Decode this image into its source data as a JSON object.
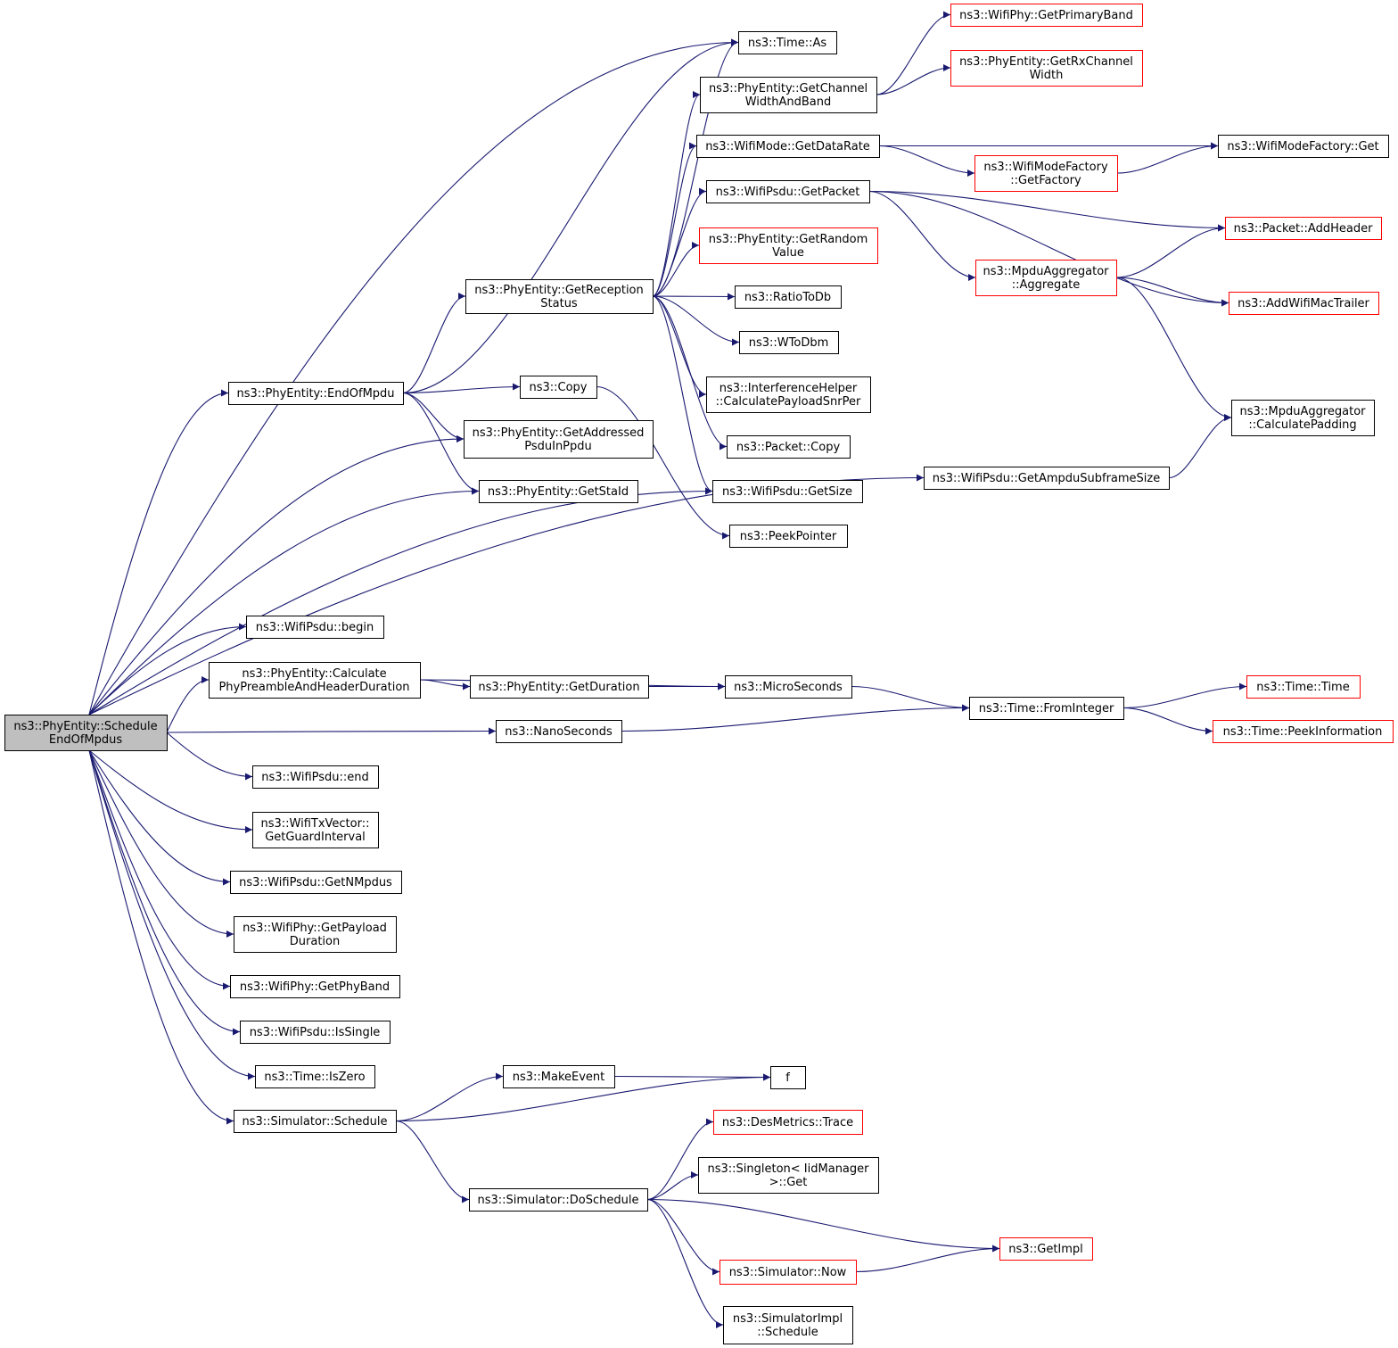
{
  "nodes": [
    {
      "id": "root",
      "lines": [
        "ns3::PhyEntity::Schedule",
        "EndOfMpdus"
      ],
      "style": "root"
    },
    {
      "id": "eom",
      "lines": [
        "ns3::PhyEntity::EndOfMpdu"
      ]
    },
    {
      "id": "timeAs",
      "lines": [
        "ns3::Time::As"
      ]
    },
    {
      "id": "grs",
      "lines": [
        "ns3::PhyEntity::GetReception",
        "Status"
      ]
    },
    {
      "id": "copy",
      "lines": [
        "ns3::Copy"
      ]
    },
    {
      "id": "gapip",
      "lines": [
        "ns3::PhyEntity::GetAddressed",
        "PsduInPpdu"
      ]
    },
    {
      "id": "gsid",
      "lines": [
        "ns3::PhyEntity::GetStaId"
      ]
    },
    {
      "id": "gpb",
      "lines": [
        "ns3::WifiPhy::GetPrimaryBand"
      ],
      "style": "red"
    },
    {
      "id": "gcwab",
      "lines": [
        "ns3::PhyEntity::GetChannel",
        "WidthAndBand"
      ]
    },
    {
      "id": "grxcw",
      "lines": [
        "ns3::PhyEntity::GetRxChannel",
        "Width"
      ],
      "style": "red"
    },
    {
      "id": "gdr",
      "lines": [
        "ns3::WifiMode::GetDataRate"
      ]
    },
    {
      "id": "wmfget",
      "lines": [
        "ns3::WifiModeFactory::Get"
      ]
    },
    {
      "id": "wmfgf",
      "lines": [
        "ns3::WifiModeFactory",
        "::GetFactory"
      ],
      "style": "red"
    },
    {
      "id": "gpkt",
      "lines": [
        "ns3::WifiPsdu::GetPacket"
      ]
    },
    {
      "id": "addhdr",
      "lines": [
        "ns3::Packet::AddHeader"
      ],
      "style": "red"
    },
    {
      "id": "grv",
      "lines": [
        "ns3::PhyEntity::GetRandom",
        "Value"
      ],
      "style": "red"
    },
    {
      "id": "agg",
      "lines": [
        "ns3::MpduAggregator",
        "::Aggregate"
      ],
      "style": "red"
    },
    {
      "id": "r2db",
      "lines": [
        "ns3::RatioToDb"
      ]
    },
    {
      "id": "awmt",
      "lines": [
        "ns3::AddWifiMacTrailer"
      ],
      "style": "red"
    },
    {
      "id": "w2dbm",
      "lines": [
        "ns3::WToDbm"
      ]
    },
    {
      "id": "ihcps",
      "lines": [
        "ns3::InterferenceHelper",
        "::CalculatePayloadSnrPer"
      ]
    },
    {
      "id": "macp",
      "lines": [
        "ns3::MpduAggregator",
        "::CalculatePadding"
      ]
    },
    {
      "id": "pktcopy",
      "lines": [
        "ns3::Packet::Copy"
      ]
    },
    {
      "id": "gsz",
      "lines": [
        "ns3::WifiPsdu::GetSize"
      ]
    },
    {
      "id": "gass",
      "lines": [
        "ns3::WifiPsdu::GetAmpduSubframeSize"
      ]
    },
    {
      "id": "peek",
      "lines": [
        "ns3::PeekPointer"
      ]
    },
    {
      "id": "begin",
      "lines": [
        "ns3::WifiPsdu::begin"
      ]
    },
    {
      "id": "cppahd",
      "lines": [
        "ns3::PhyEntity::Calculate",
        "PhyPreambleAndHeaderDuration"
      ]
    },
    {
      "id": "gdur",
      "lines": [
        "ns3::PhyEntity::GetDuration"
      ]
    },
    {
      "id": "micro",
      "lines": [
        "ns3::MicroSeconds"
      ]
    },
    {
      "id": "ttime",
      "lines": [
        "ns3::Time::Time"
      ],
      "style": "red"
    },
    {
      "id": "fromint",
      "lines": [
        "ns3::Time::FromInteger"
      ]
    },
    {
      "id": "nano",
      "lines": [
        "ns3::NanoSeconds"
      ]
    },
    {
      "id": "peekinfo",
      "lines": [
        "ns3::Time::PeekInformation"
      ],
      "style": "red"
    },
    {
      "id": "end",
      "lines": [
        "ns3::WifiPsdu::end"
      ]
    },
    {
      "id": "ggi",
      "lines": [
        "ns3::WifiTxVector::",
        "GetGuardInterval"
      ]
    },
    {
      "id": "gnm",
      "lines": [
        "ns3::WifiPsdu::GetNMpdus"
      ]
    },
    {
      "id": "gpd",
      "lines": [
        "ns3::WifiPhy::GetPayload",
        "Duration"
      ]
    },
    {
      "id": "gphyb",
      "lines": [
        "ns3::WifiPhy::GetPhyBand"
      ]
    },
    {
      "id": "issingle",
      "lines": [
        "ns3::WifiPsdu::IsSingle"
      ]
    },
    {
      "id": "iszero",
      "lines": [
        "ns3::Time::IsZero"
      ]
    },
    {
      "id": "mkev",
      "lines": [
        "ns3::MakeEvent"
      ]
    },
    {
      "id": "f",
      "lines": [
        "f"
      ]
    },
    {
      "id": "simsch",
      "lines": [
        "ns3::Simulator::Schedule"
      ]
    },
    {
      "id": "trace",
      "lines": [
        "ns3::DesMetrics::Trace"
      ],
      "style": "red"
    },
    {
      "id": "singget",
      "lines": [
        "ns3::Singleton< IidManager",
        " >::Get"
      ]
    },
    {
      "id": "dosch",
      "lines": [
        "ns3::Simulator::DoSchedule"
      ]
    },
    {
      "id": "getimpl",
      "lines": [
        "ns3::GetImpl"
      ],
      "style": "red"
    },
    {
      "id": "now",
      "lines": [
        "ns3::Simulator::Now"
      ],
      "style": "red"
    },
    {
      "id": "simimpl",
      "lines": [
        "ns3::SimulatorImpl",
        "::Schedule"
      ]
    }
  ],
  "edges": [
    [
      "root",
      "eom"
    ],
    [
      "root",
      "timeAs"
    ],
    [
      "root",
      "gapip"
    ],
    [
      "root",
      "gsid"
    ],
    [
      "root",
      "gsz"
    ],
    [
      "root",
      "gass"
    ],
    [
      "root",
      "begin"
    ],
    [
      "root",
      "cppahd"
    ],
    [
      "root",
      "nano"
    ],
    [
      "root",
      "end"
    ],
    [
      "root",
      "ggi"
    ],
    [
      "root",
      "gnm"
    ],
    [
      "root",
      "gpd"
    ],
    [
      "root",
      "gphyb"
    ],
    [
      "root",
      "issingle"
    ],
    [
      "root",
      "iszero"
    ],
    [
      "root",
      "simsch"
    ],
    [
      "eom",
      "timeAs"
    ],
    [
      "eom",
      "grs"
    ],
    [
      "eom",
      "copy"
    ],
    [
      "eom",
      "gapip"
    ],
    [
      "eom",
      "gsid"
    ],
    [
      "grs",
      "timeAs"
    ],
    [
      "grs",
      "gcwab"
    ],
    [
      "grs",
      "gdr"
    ],
    [
      "grs",
      "gpkt"
    ],
    [
      "grs",
      "grv"
    ],
    [
      "grs",
      "r2db"
    ],
    [
      "grs",
      "w2dbm"
    ],
    [
      "grs",
      "ihcps"
    ],
    [
      "grs",
      "pktcopy"
    ],
    [
      "grs",
      "gsz"
    ],
    [
      "copy",
      "peek"
    ],
    [
      "gcwab",
      "gpb"
    ],
    [
      "gcwab",
      "grxcw"
    ],
    [
      "gdr",
      "wmfget"
    ],
    [
      "gdr",
      "wmfgf"
    ],
    [
      "wmfgf",
      "wmfget"
    ],
    [
      "gpkt",
      "addhdr"
    ],
    [
      "gpkt",
      "agg"
    ],
    [
      "gpkt",
      "awmt"
    ],
    [
      "agg",
      "addhdr"
    ],
    [
      "agg",
      "awmt"
    ],
    [
      "agg",
      "macp"
    ],
    [
      "gass",
      "macp"
    ],
    [
      "cppahd",
      "gdur"
    ],
    [
      "cppahd",
      "micro"
    ],
    [
      "gdur",
      "micro"
    ],
    [
      "micro",
      "fromint"
    ],
    [
      "nano",
      "fromint"
    ],
    [
      "fromint",
      "ttime"
    ],
    [
      "fromint",
      "peekinfo"
    ],
    [
      "simsch",
      "mkev"
    ],
    [
      "simsch",
      "f"
    ],
    [
      "simsch",
      "dosch"
    ],
    [
      "mkev",
      "f"
    ],
    [
      "dosch",
      "trace"
    ],
    [
      "dosch",
      "singget"
    ],
    [
      "dosch",
      "getimpl"
    ],
    [
      "dosch",
      "now"
    ],
    [
      "dosch",
      "simimpl"
    ],
    [
      "now",
      "getimpl"
    ]
  ]
}
